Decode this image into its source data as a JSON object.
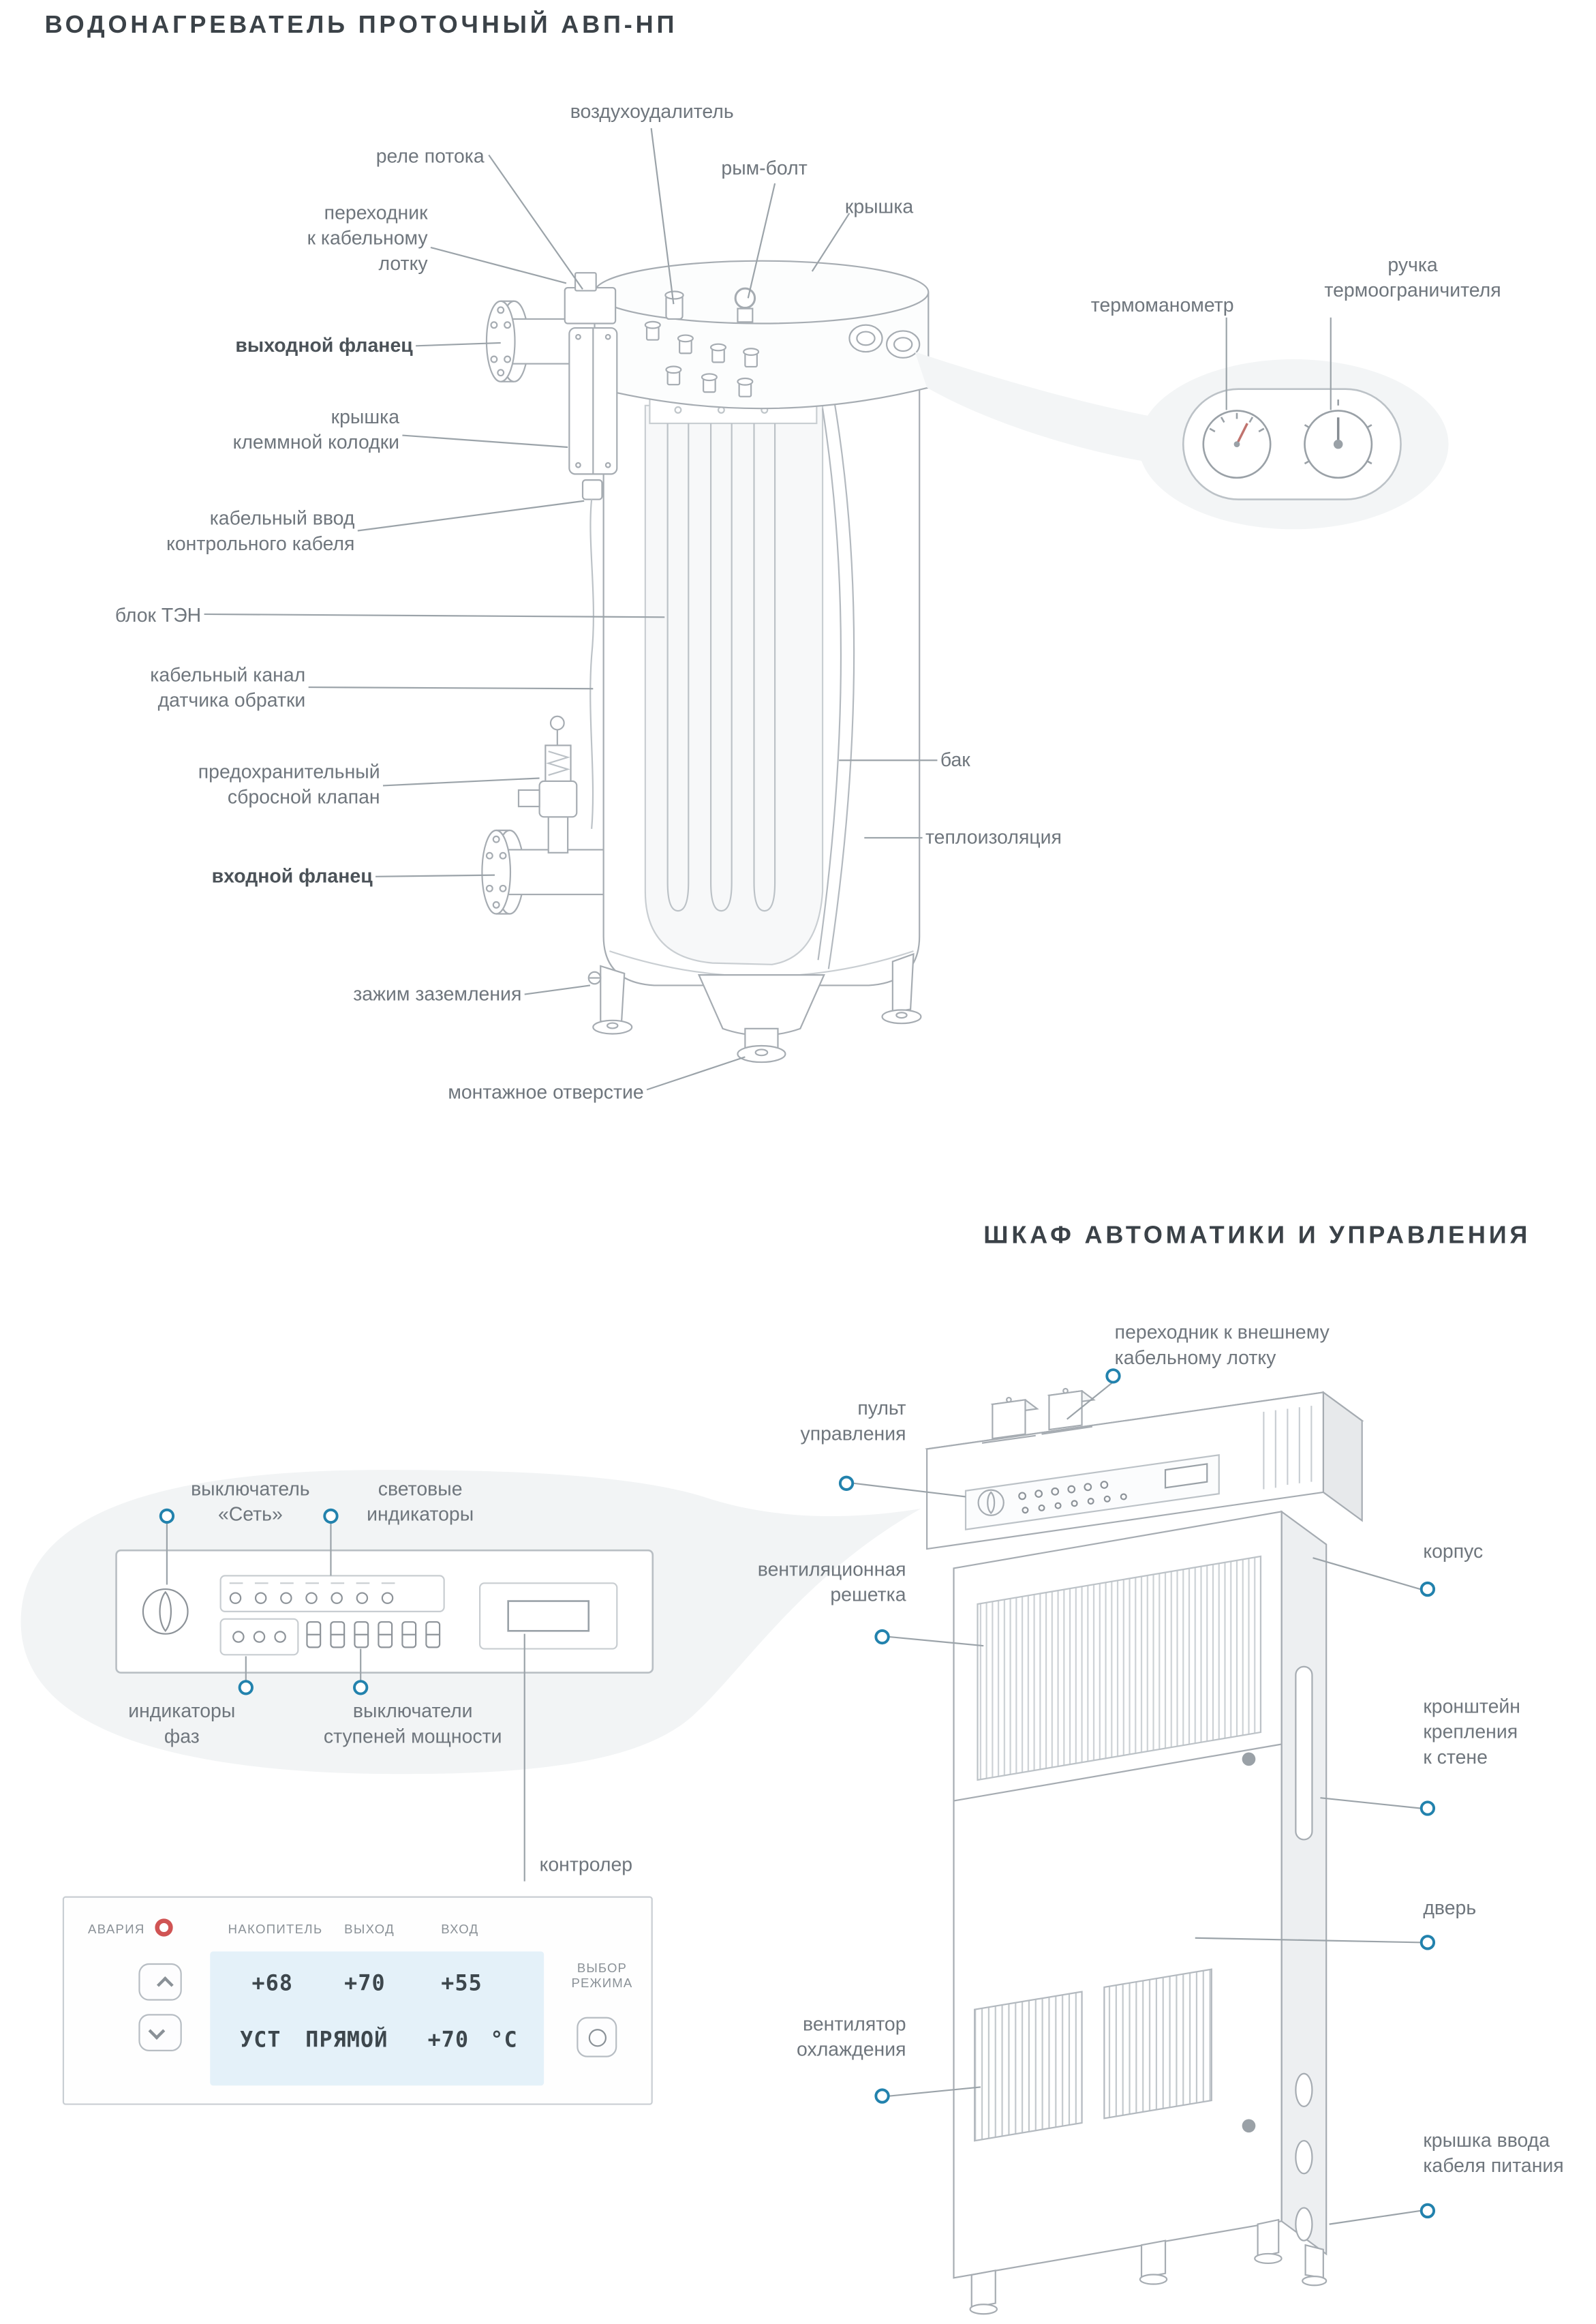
{
  "titles": {
    "heater": "ВОДОНАГРЕВАТЕЛЬ ПРОТОЧНЫЙ АВП-НП",
    "cabinet": "ШКАФ АВТОМАТИКИ И УПРАВЛЕНИЯ"
  },
  "heater": {
    "labels": {
      "air_vent": "воздухоудалитель",
      "flow_relay": "реле потока",
      "tray_adapter": "переходник\nк кабельному\nлотку",
      "out_flange": "выходной фланец",
      "terminal_cover": "крышка\nклеммной колодки",
      "cable_entry": "кабельный ввод\nконтрольного кабеля",
      "ten_block": "блок ТЭН",
      "cable_channel": "кабельный канал\nдатчика обратки",
      "safety_valve": "предохранительный\nсбросной клапан",
      "in_flange": "входной фланец",
      "ground_clamp": "зажим заземления",
      "mounting_hole": "монтажное отверстие",
      "eye_bolt": "рым-болт",
      "cap": "крышка",
      "tank": "бак",
      "insulation": "теплоизоляция",
      "thermo_gauge": "термоманометр",
      "limiter_knob": "ручка\nтермоограничителя"
    }
  },
  "cabinet": {
    "labels": {
      "ext_tray_adapter": "переходник к внешнему\nкабельному лотку",
      "control_panel": "пульт\nуправления",
      "vent_grille": "вентиляционная\nрешетка",
      "housing": "корпус",
      "wall_bracket": "кронштейн\nкрепления\nк стене",
      "door": "дверь",
      "cooling_fan": "вентилятор\nохлаждения",
      "power_cable_cover": "крышка ввода\nкабеля питания",
      "controller": "контролер"
    },
    "panel_callout": {
      "net_switch": "выключатель\n«Сеть»",
      "light_indicators": "световые\nиндикаторы",
      "phase_indicators": "индикаторы\nфаз",
      "power_step_switches": "выключатели\nступеней мощности"
    }
  },
  "controller": {
    "alarm": "АВАРИЯ",
    "col_storage": "НАКОПИТЕЛЬ",
    "col_output": "ВЫХОД",
    "col_input": "ВХОД",
    "lcd": {
      "storage": "+68",
      "output": "+70",
      "input": "+55",
      "mode": "УСТ",
      "type": "ПРЯМОЙ",
      "setpoint": "+70",
      "unit": "°С"
    },
    "mode_select": "ВЫБОР\nРЕЖИМА"
  },
  "colors": {
    "accent_dot": "#2282ad",
    "alarm_led": "#d05454",
    "lcd_bg": "#e4f1f9",
    "line": "#9ba3a9"
  }
}
